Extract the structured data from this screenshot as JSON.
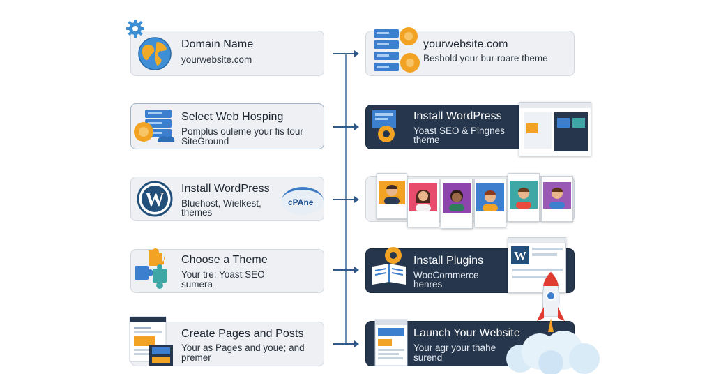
{
  "left_steps": [
    {
      "title": "Domain Name",
      "sub1": "yourwebsite.com",
      "sub2": ""
    },
    {
      "title": "Select Web Hosping",
      "sub1": "Pomplus ouleme your fis tour",
      "sub2": "SiteGround"
    },
    {
      "title": "Install WordPress",
      "sub1": "Bluehost, Wielkest,",
      "sub2": "themes",
      "badge": "cPAne"
    },
    {
      "title": "Choose a Theme",
      "sub1": "Your tre; Yoast SEO",
      "sub2": "sumera"
    },
    {
      "title": "Create Pages and Posts",
      "sub1": "Your as Pages and youe; and",
      "sub2": "premer"
    }
  ],
  "right_steps": [
    {
      "title": "yourwebsite.com",
      "sub1": "Beshold your bur roare theme",
      "sub2": ""
    },
    {
      "title": "Install WordPress",
      "sub1": "Yoast SEO & Plngnes",
      "sub2": "theme"
    },
    {
      "title": "",
      "sub1": "",
      "sub2": ""
    },
    {
      "title": "Install Plugins",
      "sub1": "WooCommerce",
      "sub2": "henres"
    },
    {
      "title": "Launch Your Website",
      "sub1": "Your agr your thahe",
      "sub2": "surend"
    }
  ],
  "icons": {
    "globe": "globe-icon",
    "gear": "gear-icon",
    "server": "server-icon",
    "wordpress": "wordpress-logo-icon",
    "puzzle": "puzzle-icon",
    "pages": "pages-icon",
    "book": "book-icon",
    "rocket": "rocket-icon",
    "avatars": "avatar-icon"
  },
  "colors": {
    "dark_card": "#25364d",
    "light_card": "#eef0f3",
    "accent_orange": "#f2a324",
    "accent_blue": "#3d7bc4",
    "wordpress_blue": "#23507a"
  }
}
